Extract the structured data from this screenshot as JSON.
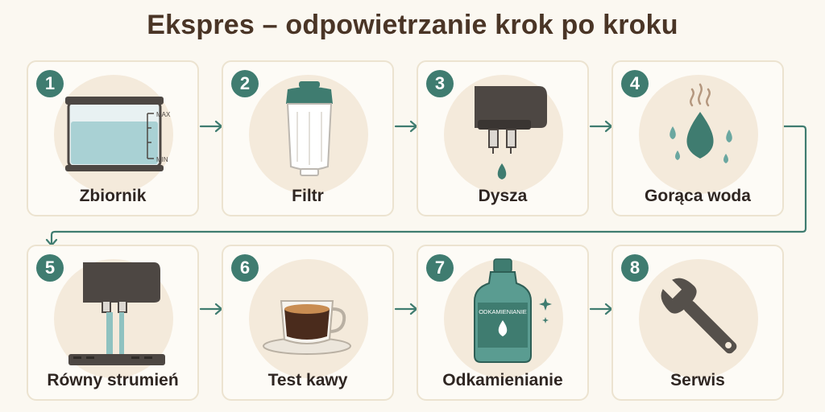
{
  "title": "Ekspres – odpowietrzanie krok po kroku",
  "colors": {
    "accent": "#3f7c70",
    "title": "#4a3526",
    "card_border": "#ece3d0",
    "background": "#fbf8f1",
    "machine_dark": "#4d4743"
  },
  "steps": [
    {
      "number": "1",
      "label": "Zbiornik",
      "icon": "water-tank-icon",
      "scale_max": "MAX",
      "scale_min": "MIN"
    },
    {
      "number": "2",
      "label": "Filtr",
      "icon": "water-filter-icon"
    },
    {
      "number": "3",
      "label": "Dysza",
      "icon": "nozzle-drip-icon"
    },
    {
      "number": "4",
      "label": "Gorąca woda",
      "icon": "hot-water-drops-icon"
    },
    {
      "number": "5",
      "label": "Równy strumień",
      "icon": "steady-stream-icon"
    },
    {
      "number": "6",
      "label": "Test kawy",
      "icon": "coffee-cup-icon"
    },
    {
      "number": "7",
      "label": "Odkamienianie",
      "icon": "descaler-bottle-icon",
      "bottle_text": "ODKAMIENIANIE"
    },
    {
      "number": "8",
      "label": "Serwis",
      "icon": "wrench-icon"
    }
  ]
}
